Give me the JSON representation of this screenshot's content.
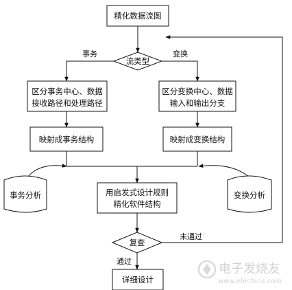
{
  "nodes": {
    "refine_dfd": "精化数据流图",
    "flow_type": "流类型",
    "distinguish_transaction": [
      "区分事务中心、数据",
      "接收路径和处理路径"
    ],
    "distinguish_transform": [
      "区分变换中心、数据",
      "输入和输出分支"
    ],
    "map_transaction": "映射成事务结构",
    "map_transform": "映射成变换结构",
    "heuristic_refine": [
      "用启发式设计规则",
      "精化软件结构"
    ],
    "transaction_analysis": "事务分析",
    "transform_analysis": "变换分析",
    "review": "复查",
    "detailed_design": "详细设计"
  },
  "edge_labels": {
    "transaction": "事务",
    "transform": "变换",
    "failed": "未通过",
    "passed": "通过"
  },
  "watermark": {
    "text": "电子发烧友",
    "url": "www.elecfans.com"
  }
}
